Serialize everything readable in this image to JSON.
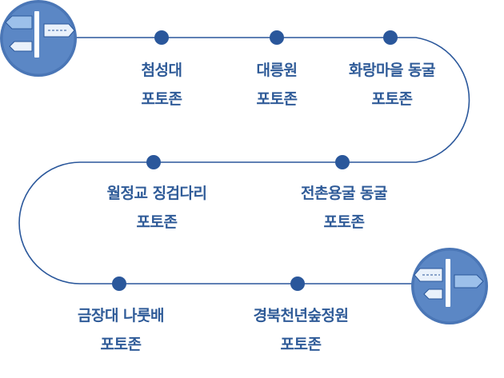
{
  "colors": {
    "route_line": "#2a579b",
    "stop_dot": "#2a579b",
    "label_text": "#2f5b98",
    "badge_fill": "#5b87c5",
    "badge_rim": "#4a76b6",
    "sign_pole": "#ffffff",
    "sign_board_light": "#e9f1fb",
    "sign_board_blue": "#9cc0ea"
  },
  "icons": {
    "start": "signpost-icon",
    "end": "signpost-icon"
  },
  "stops": [
    {
      "name": "첨성대",
      "sub": "포토존"
    },
    {
      "name": "대릉원",
      "sub": "포토존"
    },
    {
      "name": "화랑마을 동굴",
      "sub": "포토존"
    },
    {
      "name": "월정교 징검다리",
      "sub": "포토존"
    },
    {
      "name": "전촌용굴 동굴",
      "sub": "포토존"
    },
    {
      "name": "금장대 나룻배",
      "sub": "포토존"
    },
    {
      "name": "경북천년숲정원",
      "sub": "포토존"
    }
  ]
}
